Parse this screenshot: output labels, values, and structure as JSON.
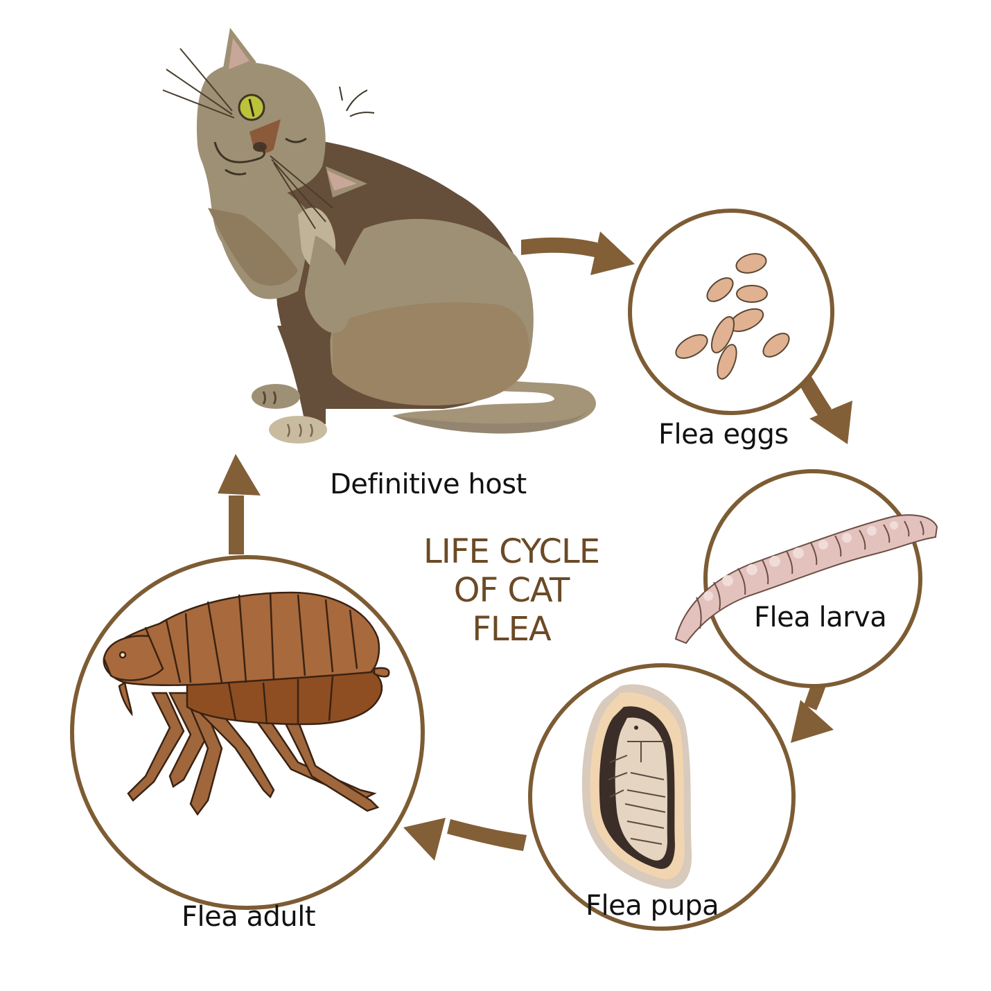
{
  "title": {
    "lines": [
      "LIFE CYCLE",
      "OF CAT",
      "FLEA"
    ]
  },
  "stages": [
    {
      "id": "host",
      "label": "Definitive host",
      "icon": "cat-icon"
    },
    {
      "id": "eggs",
      "label": "Flea eggs",
      "icon": "flea-eggs-icon"
    },
    {
      "id": "larva",
      "label": "Flea larva",
      "icon": "flea-larva-icon"
    },
    {
      "id": "pupa",
      "label": "Flea pupa",
      "icon": "flea-pupa-icon"
    },
    {
      "id": "adult",
      "label": "Flea adult",
      "icon": "flea-adult-icon"
    }
  ],
  "flow": [
    {
      "from": "Definitive host",
      "to": "Flea eggs"
    },
    {
      "from": "Flea eggs",
      "to": "Flea larva"
    },
    {
      "from": "Flea larva",
      "to": "Flea pupa"
    },
    {
      "from": "Flea pupa",
      "to": "Flea adult"
    },
    {
      "from": "Flea adult",
      "to": "Definitive host"
    }
  ],
  "colors": {
    "arrow": "#825f36",
    "circle_stroke": "#7d5c34",
    "title": "#6b4a26",
    "label": "#111111",
    "background": "#ffffff"
  }
}
